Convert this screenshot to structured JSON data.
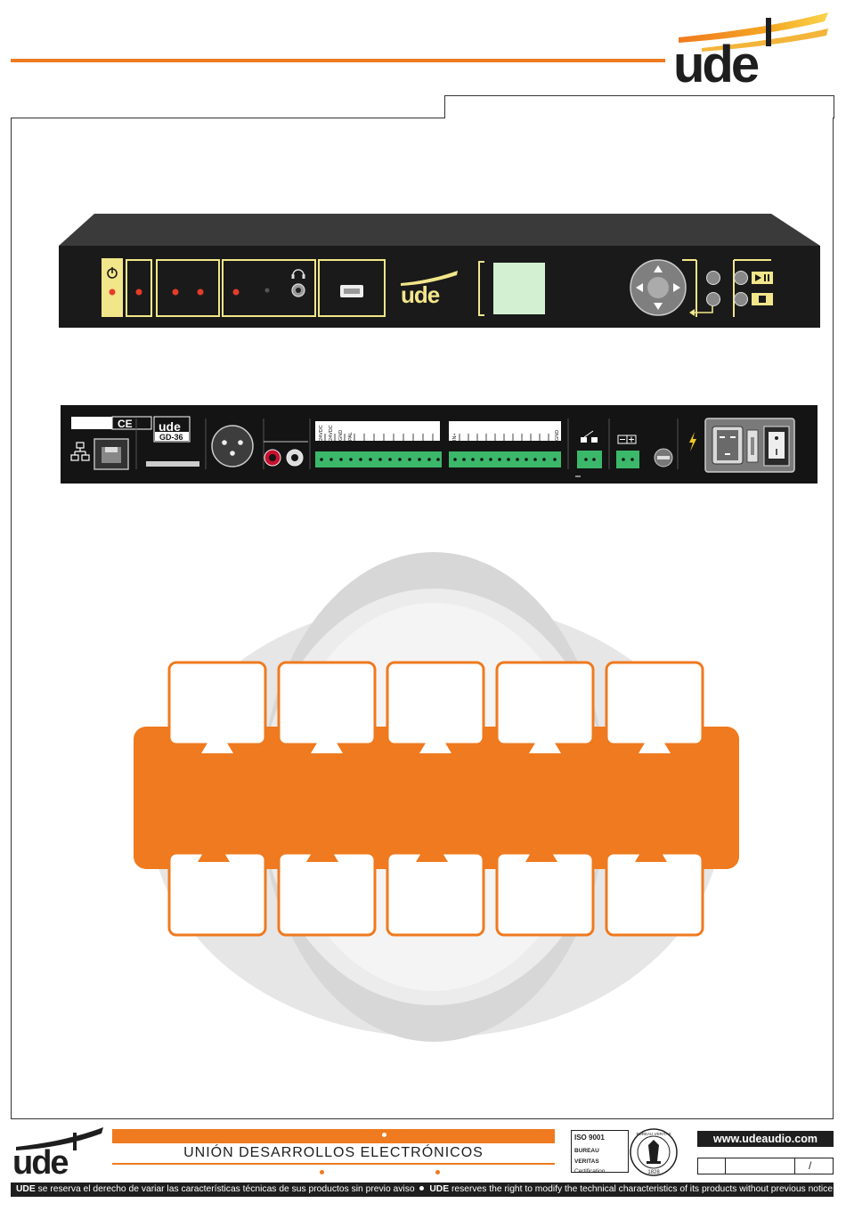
{
  "brand": {
    "logo_text": "ude",
    "company_name": "UNIÓN DESARROLLOS ELECTRÓNICOS",
    "website": "www.udeaudio.com",
    "accent_color": "#ef7a1f",
    "dark_color": "#1e1e1e"
  },
  "device_front": {
    "logo_text": "ude",
    "icons": [
      "power-icon",
      "headphones-icon",
      "usb-port-icon",
      "navigation-pad-icon",
      "play-pause-icon",
      "stop-icon",
      "back-arrow-icon"
    ]
  },
  "device_rear": {
    "badge_ce": "CE",
    "badge_logo": "ude",
    "model": "GD-36",
    "terminal_labels_a": [
      "24VDC",
      "24VDC",
      "GND",
      "PAL"
    ],
    "terminal_labels_b": [
      "IN+"
    ],
    "terminal_label_gnd": "GND",
    "icons": [
      "network-icon",
      "rj45-port-icon",
      "xlr-connector-icon",
      "rca-red-icon",
      "rca-white-icon",
      "relay-icon",
      "dc-polarity-icon",
      "fuse-icon",
      "warning-lightning-icon",
      "power-inlet-icon",
      "power-switch-icon"
    ]
  },
  "certification": {
    "iso": "ISO 9001",
    "body": "BUREAU VERITAS",
    "type": "Certification",
    "seal_year": "1828",
    "seal_text": "BUREAU VERITAS"
  },
  "footer": {
    "page_slash": "/",
    "disclaimer_es_brand": "UDE",
    "disclaimer_es": "se reserva el derecho de variar las características técnicas de sus productos sin previo aviso",
    "disclaimer_en_brand": "UDE",
    "disclaimer_en": "reserves the right to modify the technical characteristics of its products without previous notice"
  }
}
